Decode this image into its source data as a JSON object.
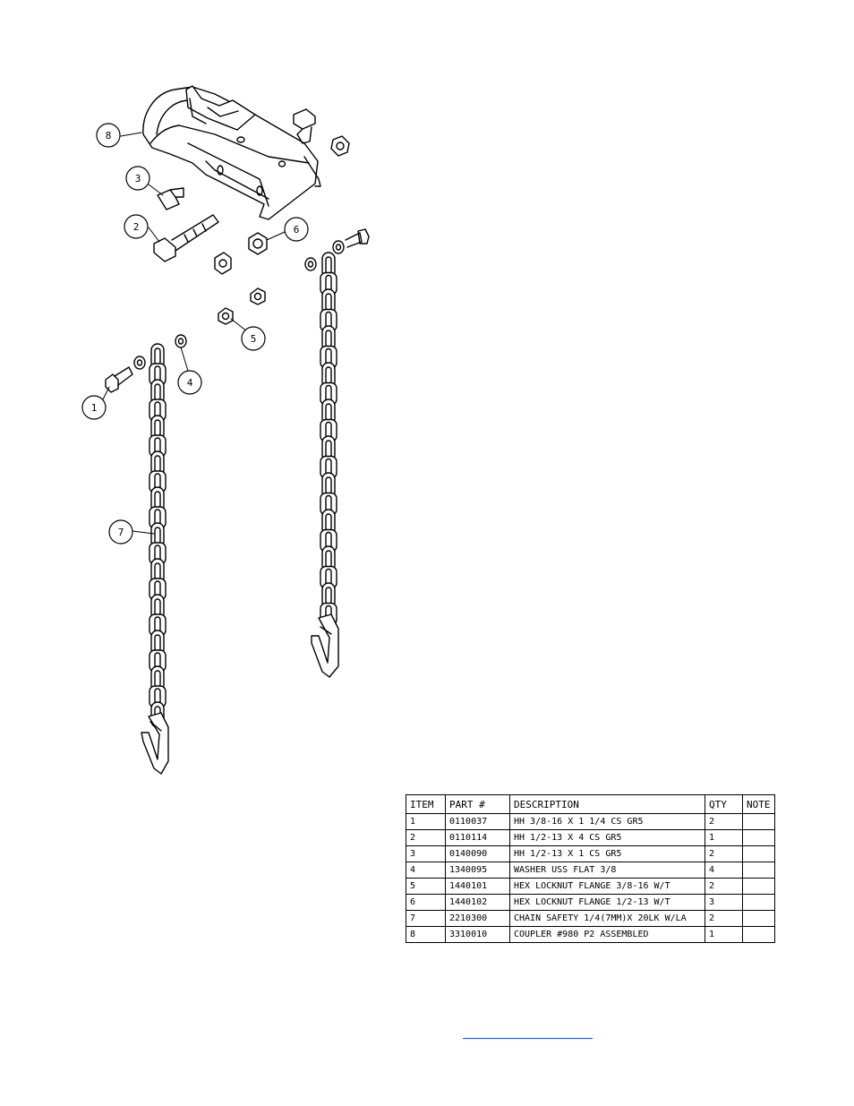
{
  "callouts": [
    "1",
    "2",
    "3",
    "4",
    "5",
    "6",
    "7",
    "8"
  ],
  "bom": {
    "headers": [
      "ITEM",
      "PART #",
      "DESCRIPTION",
      "QTY",
      "NOTE"
    ],
    "rows": [
      [
        "1",
        "0110037",
        "HH 3/8-16 X 1 1/4 CS GR5",
        "2",
        ""
      ],
      [
        "2",
        "0110114",
        "HH 1/2-13 X 4 CS GR5",
        "1",
        ""
      ],
      [
        "3",
        "0140090",
        "HH 1/2-13 X 1 CS GR5",
        "2",
        ""
      ],
      [
        "4",
        "1340095",
        "WASHER USS FLAT 3/8",
        "4",
        ""
      ],
      [
        "5",
        "1440101",
        "HEX LOCKNUT FLANGE 3/8-16 W/T",
        "2",
        ""
      ],
      [
        "6",
        "1440102",
        "HEX LOCKNUT FLANGE 1/2-13 W/T",
        "3",
        ""
      ],
      [
        "7",
        "2210300",
        "CHAIN SAFETY 1/4(7MM)X 20LK W/LA",
        "2",
        ""
      ],
      [
        "8",
        "3310010",
        "COUPLER #980 P2 ASSEMBLED",
        "1",
        ""
      ]
    ]
  },
  "colors": {
    "line": "#000000",
    "link": "#1a4bd6"
  }
}
